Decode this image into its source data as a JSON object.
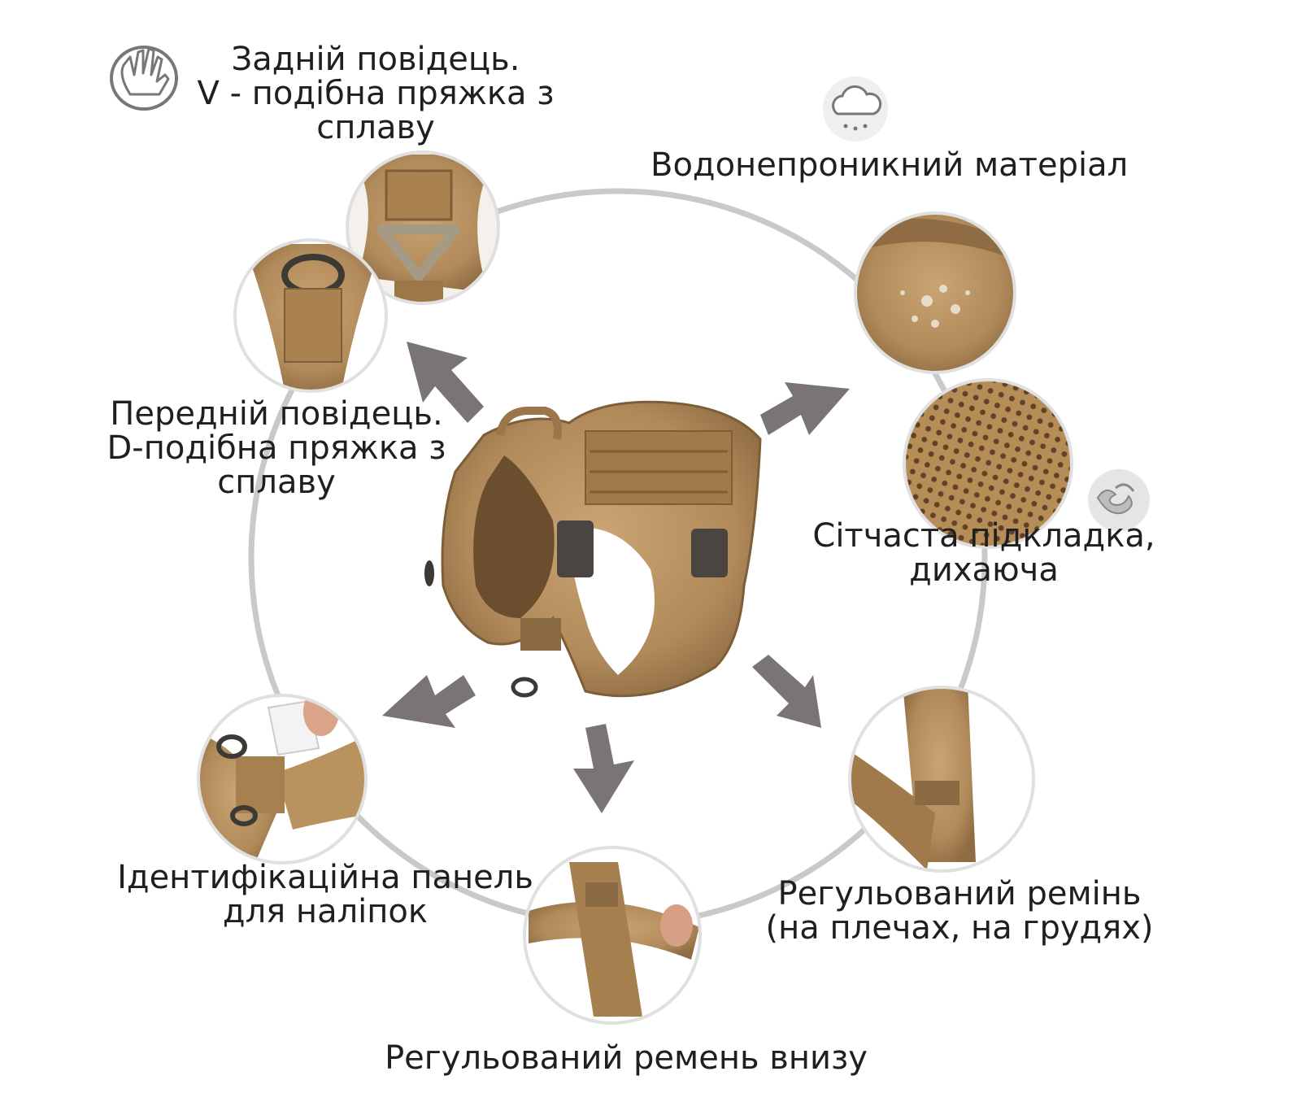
{
  "features": {
    "rear_leash": {
      "lines": [
        "Задній повідець.",
        "V - подібна пряжка з",
        "сплаву"
      ]
    },
    "waterproof": {
      "lines": [
        "Водонепроникний матеріал"
      ]
    },
    "front_leash": {
      "lines": [
        "Передній повідець.",
        "D-подібна пряжка з",
        "сплаву"
      ]
    },
    "mesh_lining": {
      "lines": [
        "Сітчаста підкладка,",
        "дихаюча"
      ]
    },
    "id_panel": {
      "lines": [
        "Ідентифікаційна панель",
        "для наліпок"
      ]
    },
    "shoulder_strap": {
      "lines": [
        "Регульований ремінь",
        "(на плечах, на грудях)"
      ]
    },
    "bottom_strap": {
      "lines": [
        "Регульований ремень внизу"
      ]
    }
  },
  "colors": {
    "text": "#1f1f1f",
    "ring": "#c9c9c9",
    "arrow": "#7a7474",
    "harness": "#b08a5a",
    "harness_dark": "#8a6a42",
    "icon_gray": "#8d8d8d"
  },
  "icons": [
    "hand-icon",
    "cloud-rain-icon",
    "wind-icon"
  ]
}
